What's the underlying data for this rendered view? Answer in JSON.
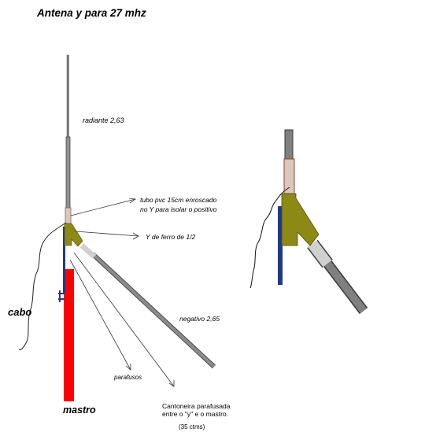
{
  "title": "Antena y para 27 mhz",
  "labels": {
    "radiante": "radiante  2,63",
    "tubo_line1": "tubo pvc 15cm enroscado",
    "tubo_line2": "no Y para isolar o positivo",
    "y_ferro": "Y de ferro de 1/2",
    "cabo": "cabo",
    "negativo": "negativo 2,65",
    "parafusos": "parafusos",
    "mastro": "mastro",
    "canto_line1": "Cantoneira parafusada",
    "canto_line2": "entre o \"y\" e o mastro.",
    "canto_line3": "(35 ctms)"
  },
  "colors": {
    "title": "#e8201c",
    "mastro": "#ff0000",
    "cabo_label": "#1b3a7a",
    "rod": "#808080",
    "rod_dark": "#4a4a4a",
    "pvc": "#d9c7c0",
    "y_fitting": "#8c8a14",
    "bracket": "#1f3a8a",
    "insulator": "#d0d0d0"
  }
}
